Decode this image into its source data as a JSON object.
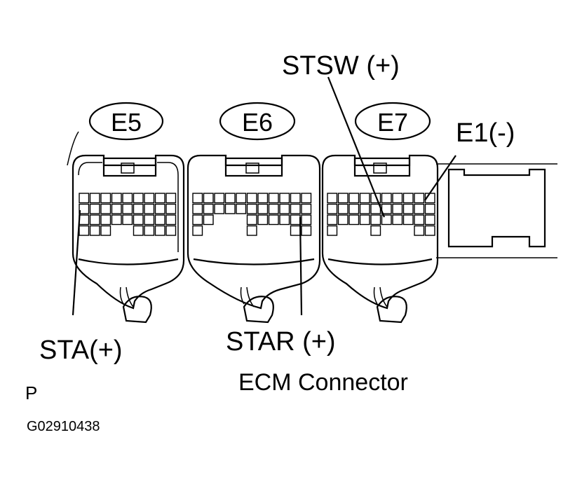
{
  "diagram": {
    "labels": {
      "stsw": "STSW (+)",
      "e1": "E1(-)",
      "sta": "STA(+)",
      "star": "STAR (+)"
    },
    "connectors": [
      {
        "id": "E5"
      },
      {
        "id": "E6"
      },
      {
        "id": "E7"
      }
    ],
    "caption": "ECM Connector",
    "corner_mark": "P",
    "figure_code": "G02910438"
  }
}
